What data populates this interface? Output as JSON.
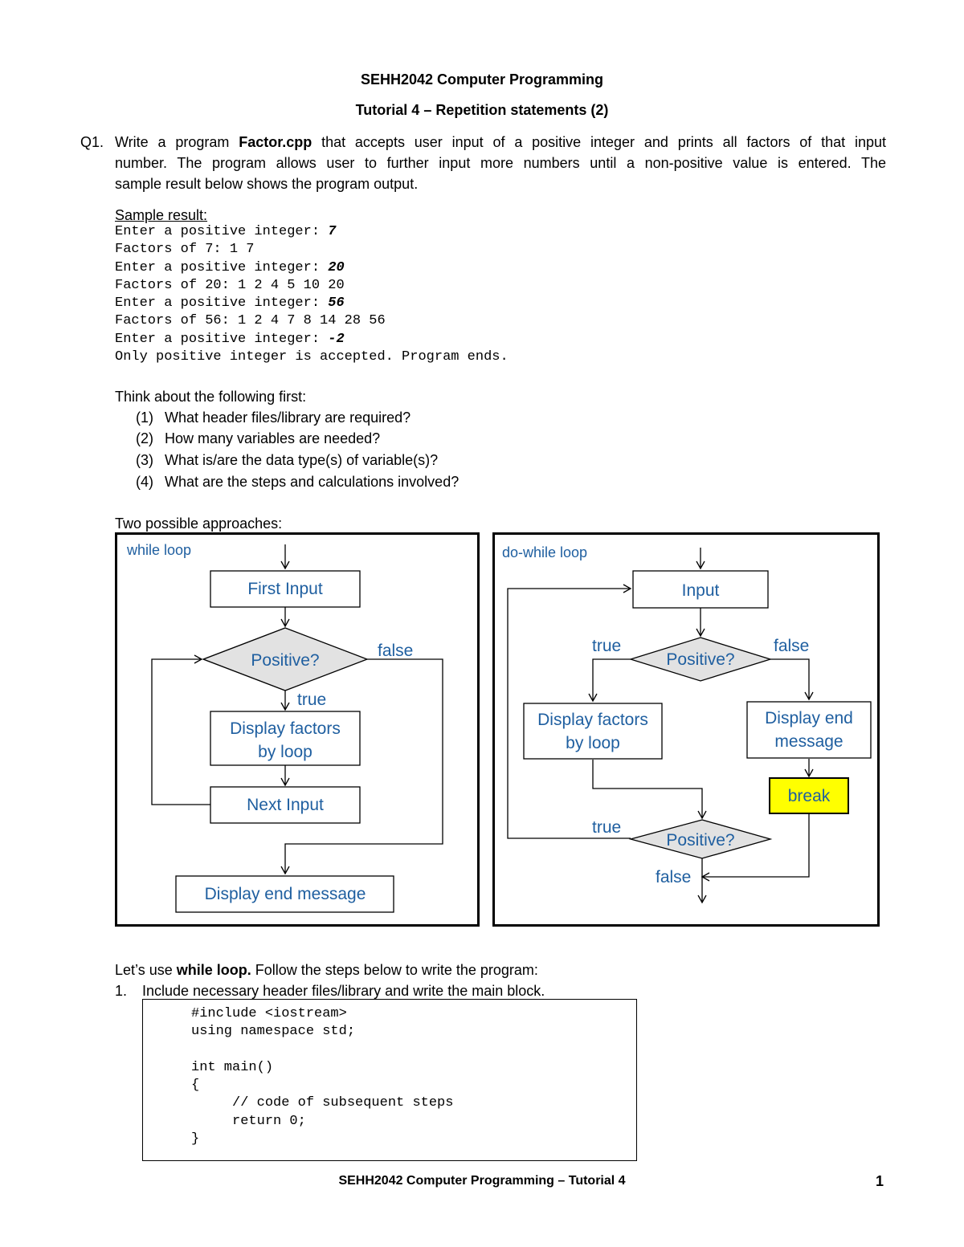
{
  "header": {
    "title": "SEHH2042 Computer Programming",
    "subtitle": "Tutorial 4 – Repetition statements (2)"
  },
  "question": {
    "number": "Q1.",
    "text_pre": "Write a program ",
    "program_name": "Factor.cpp",
    "text_line1_post": " that accepts user input of a positive integer and prints all factors of that input",
    "text_line2": "number. The program allows user to further input more numbers until a non-positive value is entered. The",
    "text_line3": "sample result below shows the program output."
  },
  "sample": {
    "heading": "Sample result:",
    "lines": [
      {
        "text": "Enter a positive integer: ",
        "input": "7"
      },
      {
        "text": "Factors of 7: 1 7",
        "input": ""
      },
      {
        "text": "Enter a positive integer: ",
        "input": "20"
      },
      {
        "text": "Factors of 20: 1 2 4 5 10 20",
        "input": ""
      },
      {
        "text": "Enter a positive integer: ",
        "input": "56"
      },
      {
        "text": "Factors of 56: 1 2 4 7 8 14 28 56",
        "input": ""
      },
      {
        "text": "Enter a positive integer: ",
        "input": "-2"
      },
      {
        "text": "Only positive integer is accepted. Program ends.",
        "input": ""
      }
    ]
  },
  "think": {
    "heading": "Think about the following first:",
    "items": [
      {
        "num": "(1)",
        "text": "What header files/library are required?"
      },
      {
        "num": "(2)",
        "text": "How many variables are needed?"
      },
      {
        "num": "(3)",
        "text": "What is/are the data type(s) of variable(s)?"
      },
      {
        "num": "(4)",
        "text": "What are the steps and calculations involved?"
      }
    ]
  },
  "approaches_heading": "Two possible approaches:",
  "while_chart": {
    "label": "while loop",
    "first_input": "First Input",
    "decision": "Positive?",
    "true_label": "true",
    "false_label": "false",
    "display_line1": "Display factors",
    "display_line2": "by loop",
    "next_input": "Next Input",
    "end_message": "Display end message"
  },
  "dowhile_chart": {
    "label": "do-while loop",
    "input": "Input",
    "decision1": "Positive?",
    "true1": "true",
    "false1": "false",
    "display_line1": "Display factors",
    "display_line2": "by loop",
    "end_line1": "Display end",
    "end_line2": "message",
    "break_label": "break",
    "decision2": "Positive?",
    "true2": "true",
    "false2": "false"
  },
  "steps": {
    "intro_pre": "Let’s use ",
    "intro_bold": "while loop.",
    "intro_post": " Follow the steps below to write the program:",
    "step1_num": "1.",
    "step1_text": "Include necessary header files/library and write the main block.",
    "code_lines": [
      "#include <iostream>",
      "using namespace std;",
      "",
      "int main()",
      "{",
      "     // code of subsequent steps",
      "     return 0;",
      "}"
    ]
  },
  "footer": {
    "text": "SEHH2042 Computer Programming – Tutorial 4",
    "page": "1"
  },
  "colors": {
    "chart_text": "#1f5fa0",
    "decision_fill": "#e2e2e2",
    "break_fill": "#ffff00"
  }
}
